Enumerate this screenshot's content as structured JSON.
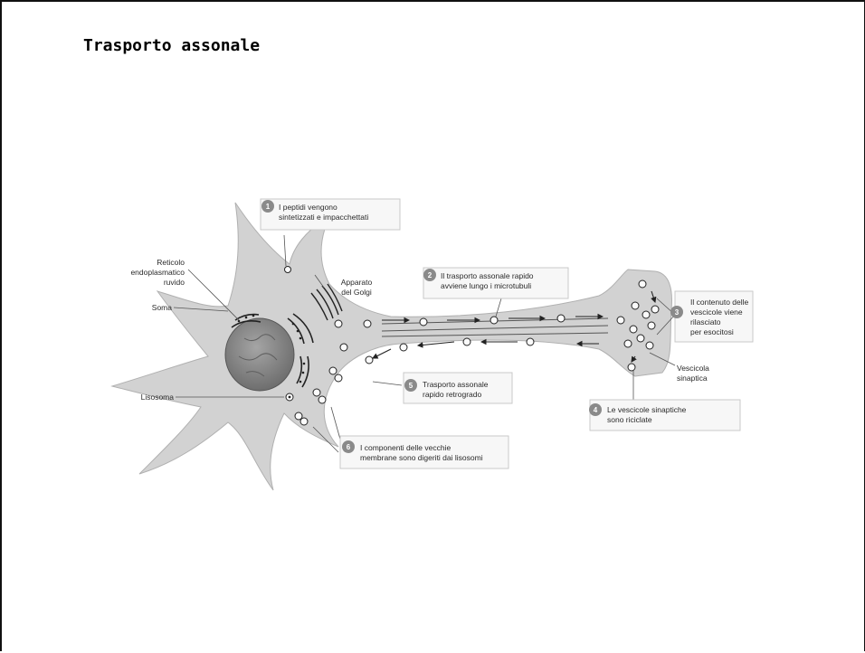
{
  "title": "Trasporto assonale",
  "labels": {
    "reticolo": [
      "Reticolo",
      "endoplasmatico",
      "ruvido"
    ],
    "soma": "Soma",
    "golgi": [
      "Apparato",
      "del Golgi"
    ],
    "lisosoma": "Lisosoma",
    "vescicola": [
      "Vescicola",
      "sinaptica"
    ]
  },
  "steps": [
    {
      "num": "1",
      "lines": [
        "I peptidi vengono",
        "sintetizzati e impacchettati"
      ]
    },
    {
      "num": "2",
      "lines": [
        "Il trasporto assonale rapido",
        "avviene lungo i microtubuli"
      ]
    },
    {
      "num": "3",
      "lines": [
        "Il contenuto delle",
        "vescicole viene",
        "rilasciato",
        "per esocitosi"
      ]
    },
    {
      "num": "4",
      "lines": [
        "Le vescicole sinaptiche",
        "sono riciclate"
      ]
    },
    {
      "num": "5",
      "lines": [
        "Trasporto assonale",
        "rapido retrogrado"
      ]
    },
    {
      "num": "6",
      "lines": [
        "I componenti delle vecchie",
        "membrane sono digeriti dai lisosomi"
      ]
    }
  ],
  "colors": {
    "cell": "#d2d2d2",
    "nucleus": "#8a8a8a",
    "badge": "#8a8a8a"
  }
}
